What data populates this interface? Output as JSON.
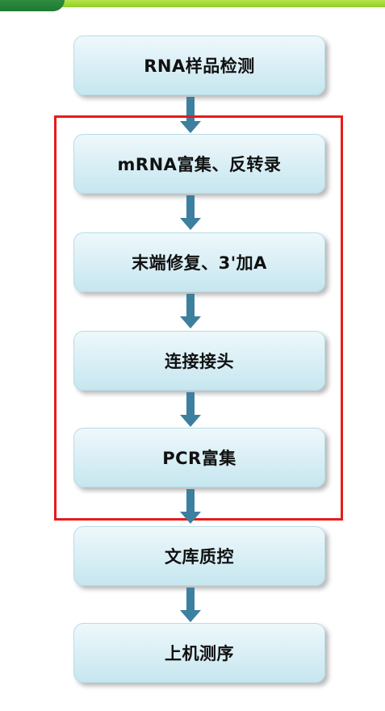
{
  "flowchart": {
    "steps": [
      {
        "label": "RNA样品检测"
      },
      {
        "label": "mRNA富集、反转录"
      },
      {
        "label": "末端修复、3'加A"
      },
      {
        "label": "连接接头"
      },
      {
        "label": "PCR富集"
      },
      {
        "label": "文库质控"
      },
      {
        "label": "上机测序"
      }
    ],
    "highlight_range": [
      1,
      4
    ]
  },
  "colors": {
    "arrow": "#3d7f9e",
    "box_top": "#eef8fb",
    "box_bottom": "#c6e6ef",
    "highlight": "#e81b1b",
    "banner": "#8fcf2a"
  }
}
